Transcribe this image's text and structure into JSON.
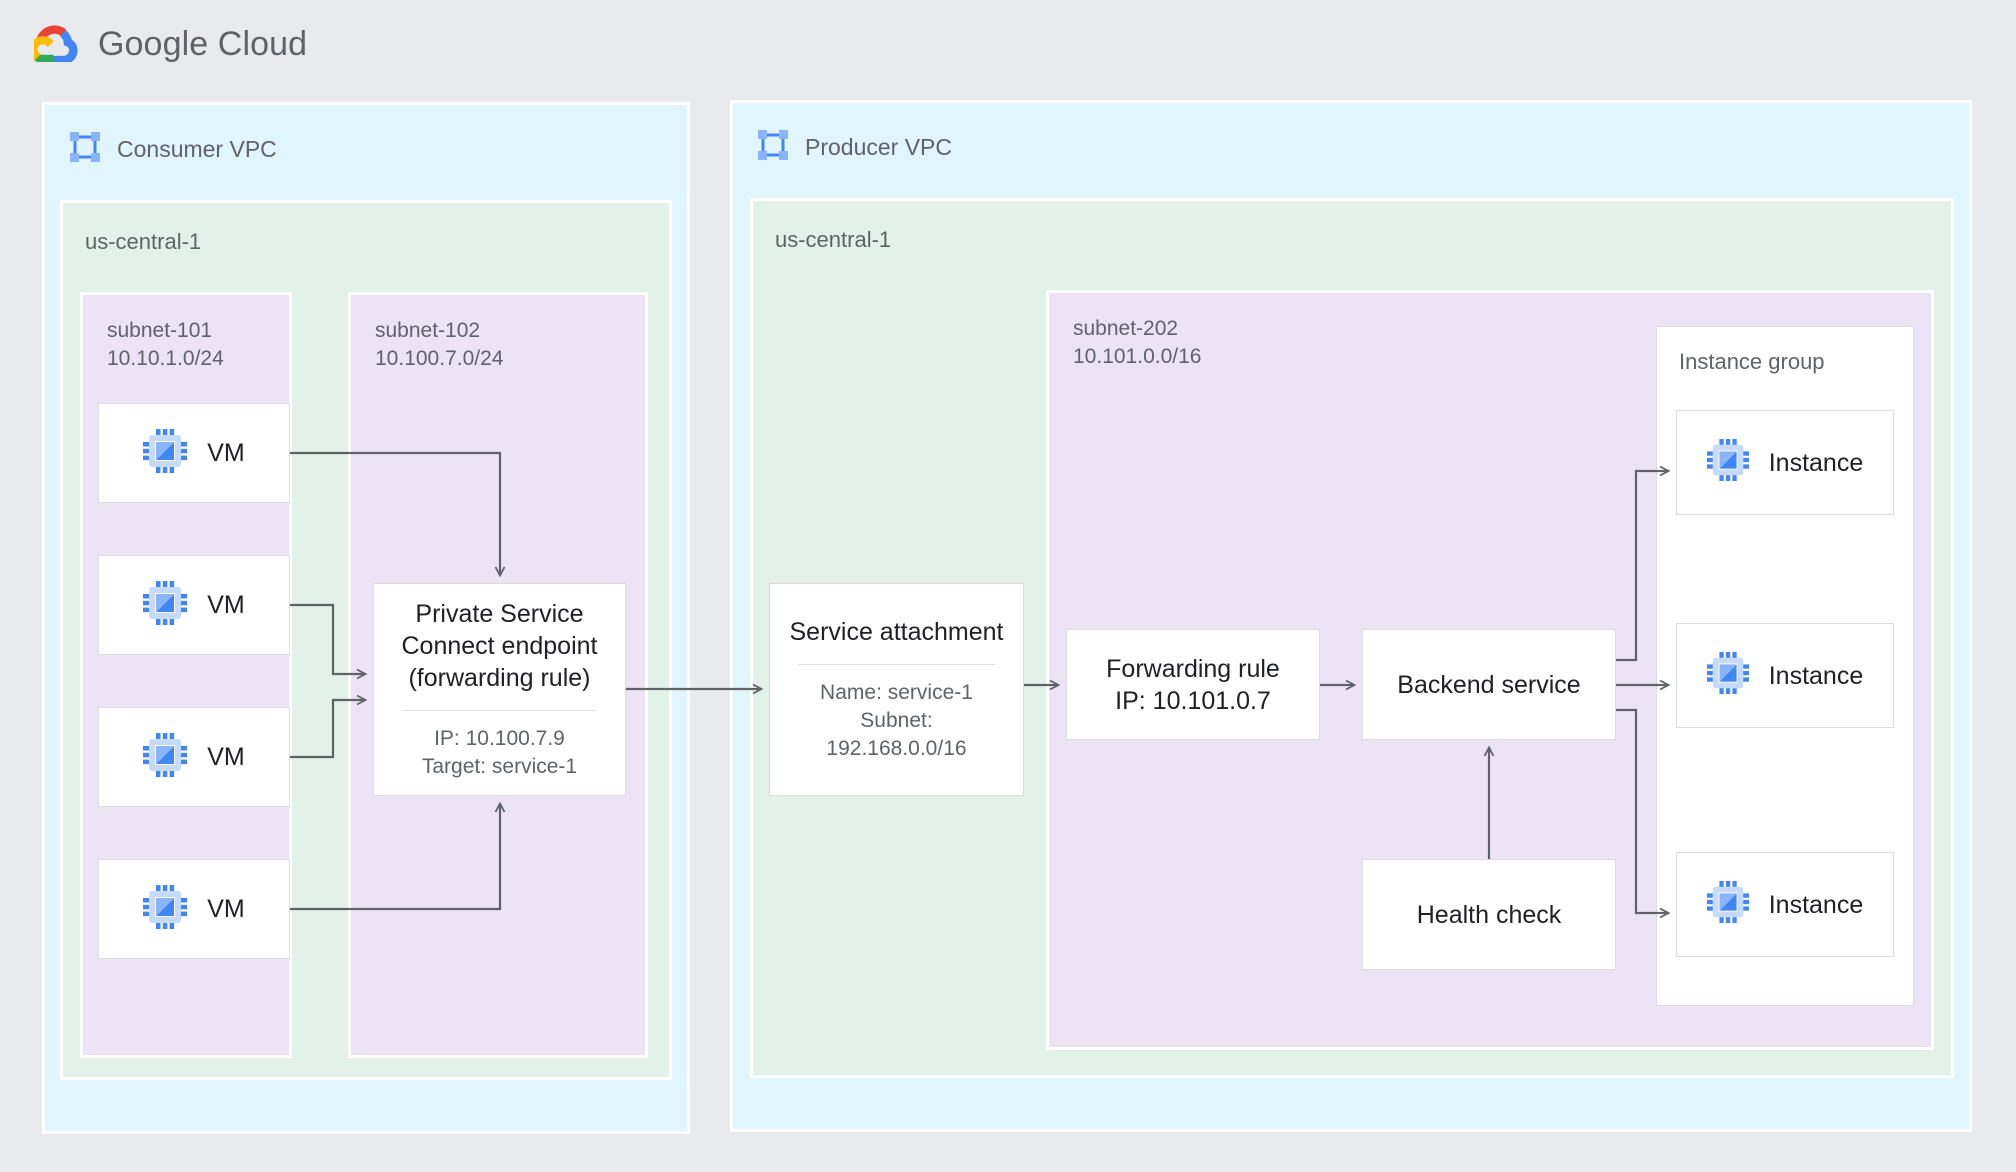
{
  "brand": {
    "name_bold": "Google",
    "name_light": " Cloud",
    "logo_icon": "google-cloud-logo"
  },
  "consumer": {
    "vpc_label": "Consumer VPC",
    "vpc_icon": "vpc-network-icon",
    "region_label": "us-central-1",
    "subnets": [
      {
        "name": "subnet-101",
        "cidr": "10.10.1.0/24"
      },
      {
        "name": "subnet-102",
        "cidr": "10.100.7.0/24"
      }
    ],
    "vms": [
      {
        "label": "VM",
        "icon": "vm-instance-icon"
      },
      {
        "label": "VM",
        "icon": "vm-instance-icon"
      },
      {
        "label": "VM",
        "icon": "vm-instance-icon"
      },
      {
        "label": "VM",
        "icon": "vm-instance-icon"
      }
    ],
    "endpoint": {
      "title_line1": "Private Service",
      "title_line2": "Connect endpoint",
      "title_line3": "(forwarding rule)",
      "detail_line1": "IP: 10.100.7.9",
      "detail_line2": "Target: service-1"
    }
  },
  "producer": {
    "vpc_label": "Producer VPC",
    "vpc_icon": "vpc-network-icon",
    "region_label": "us-central-1",
    "subnet": {
      "name": "subnet-202",
      "cidr": "10.101.0.0/16"
    },
    "service_attachment": {
      "title": "Service attachment",
      "detail_line1": "Name: service-1",
      "detail_line2": "Subnet:",
      "detail_line3": "192.168.0.0/16"
    },
    "forwarding_rule": {
      "title_line1": "Forwarding rule",
      "title_line2": "IP: 10.101.0.7"
    },
    "backend_service": {
      "title": "Backend service"
    },
    "health_check": {
      "title": "Health check"
    },
    "instance_group": {
      "label": "Instance group",
      "instances": [
        {
          "label": "Instance",
          "icon": "vm-instance-icon"
        },
        {
          "label": "Instance",
          "icon": "vm-instance-icon"
        },
        {
          "label": "Instance",
          "icon": "vm-instance-icon"
        }
      ]
    }
  },
  "colors": {
    "page_background": "#e8eaed",
    "vpc_background": "#e1f5fe",
    "region_background": "#e3f2e8",
    "subnet_background": "#ece4f5",
    "node_background": "#ffffff",
    "node_border": "#dadce0",
    "connector": "#5f6368",
    "icon_blue": "#4285f4",
    "text_primary": "#202124",
    "text_secondary": "#5f6368"
  }
}
